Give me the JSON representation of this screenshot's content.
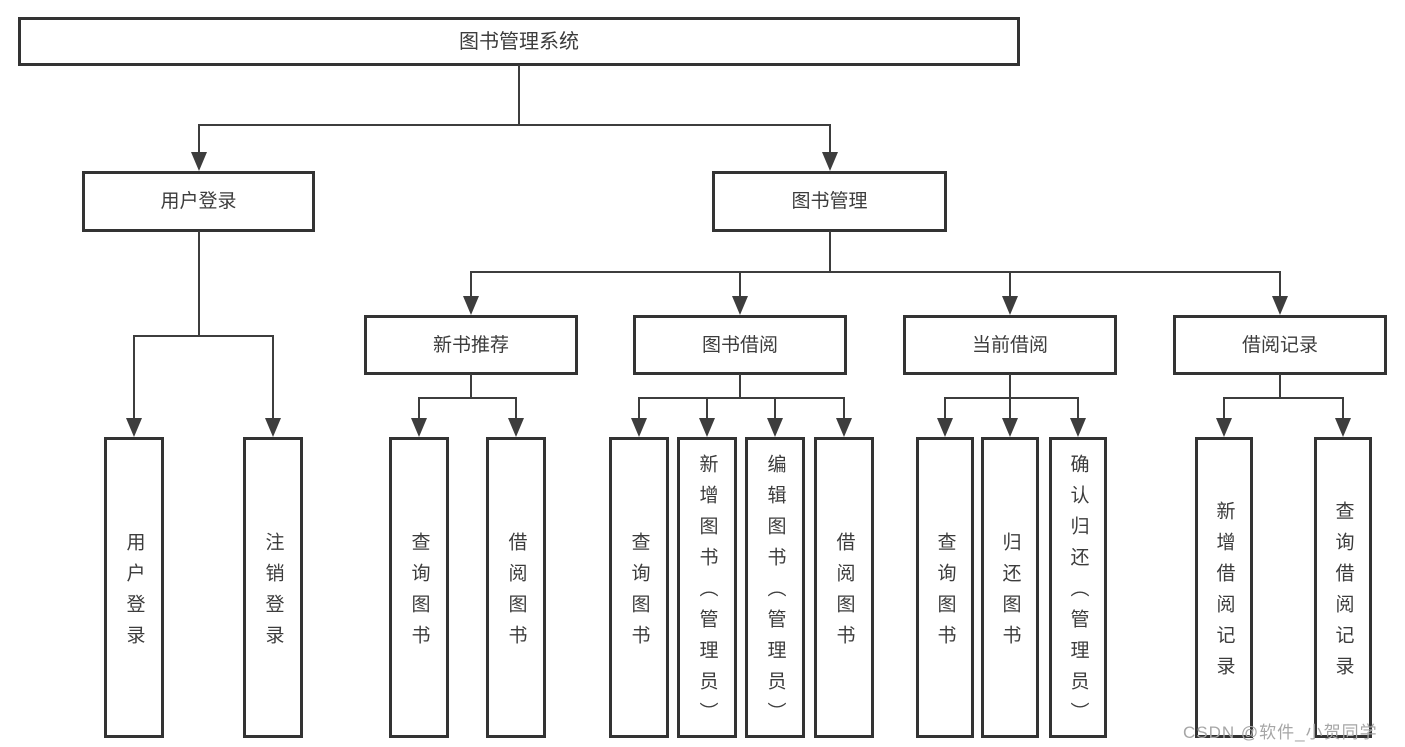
{
  "tree": {
    "root": "图书管理系统",
    "branches": {
      "user_login": {
        "label": "用户登录",
        "children": [
          "用户登录",
          "注销登录"
        ]
      },
      "book_management": {
        "label": "图书管理",
        "sections": {
          "new_book_recommendation": {
            "label": "新书推荐",
            "children": [
              "查询图书",
              "借阅图书"
            ]
          },
          "book_borrowing": {
            "label": "图书借阅",
            "children": [
              "查询图书",
              "新增图书（管理员）",
              "编辑图书（管理员）",
              "借阅图书"
            ]
          },
          "current_borrowing": {
            "label": "当前借阅",
            "children": [
              "查询图书",
              "归还图书",
              "确认归还（管理员）"
            ]
          },
          "borrowing_records": {
            "label": "借阅记录",
            "children": [
              "新增借阅记录",
              "查询借阅记录"
            ]
          }
        }
      }
    }
  },
  "watermark": "CSDN @软件_小贺同学",
  "colors": {
    "box_border": "#333333",
    "line": "#3d3d3d",
    "text": "#3c3c3c",
    "watermark": "#a6a6a6",
    "background": "#ffffff"
  }
}
